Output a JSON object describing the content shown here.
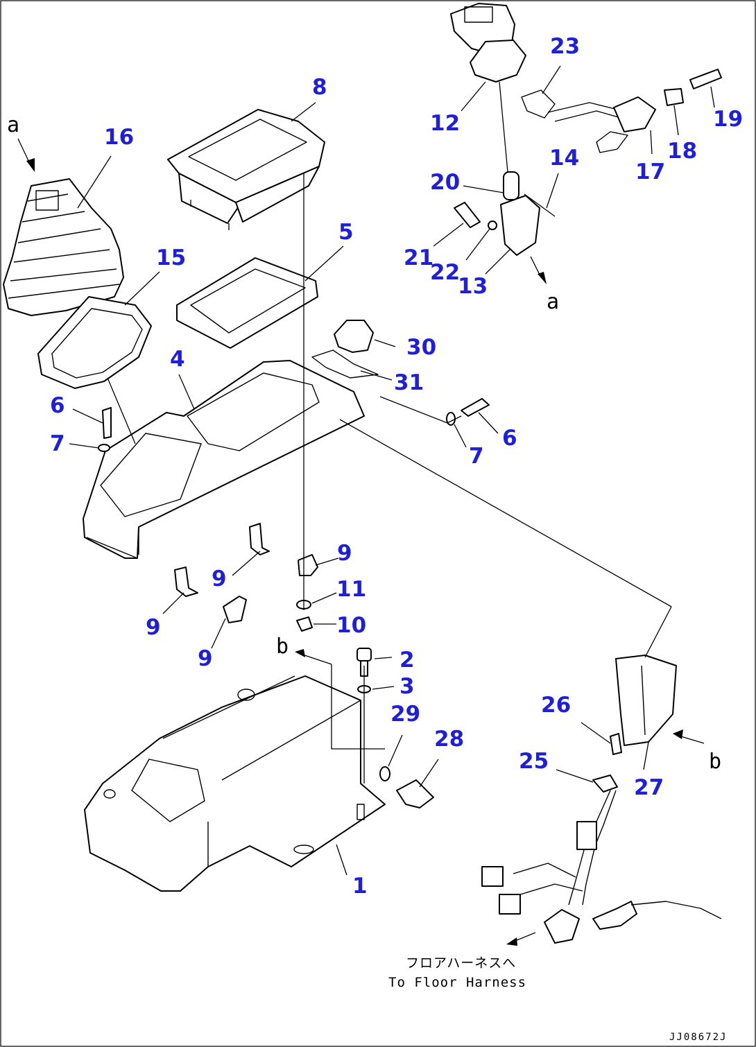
{
  "callouts": [
    {
      "id": "c1",
      "label": "1"
    },
    {
      "id": "c2",
      "label": "2"
    },
    {
      "id": "c3",
      "label": "3"
    },
    {
      "id": "c4",
      "label": "4"
    },
    {
      "id": "c5",
      "label": "5"
    },
    {
      "id": "c6a",
      "label": "6"
    },
    {
      "id": "c6b",
      "label": "6"
    },
    {
      "id": "c7a",
      "label": "7"
    },
    {
      "id": "c7b",
      "label": "7"
    },
    {
      "id": "c8",
      "label": "8"
    },
    {
      "id": "c9a",
      "label": "9"
    },
    {
      "id": "c9b",
      "label": "9"
    },
    {
      "id": "c9c",
      "label": "9"
    },
    {
      "id": "c9d",
      "label": "9"
    },
    {
      "id": "c10",
      "label": "10"
    },
    {
      "id": "c11",
      "label": "11"
    },
    {
      "id": "c12",
      "label": "12"
    },
    {
      "id": "c13",
      "label": "13"
    },
    {
      "id": "c14",
      "label": "14"
    },
    {
      "id": "c15",
      "label": "15"
    },
    {
      "id": "c16",
      "label": "16"
    },
    {
      "id": "c17",
      "label": "17"
    },
    {
      "id": "c18",
      "label": "18"
    },
    {
      "id": "c19",
      "label": "19"
    },
    {
      "id": "c20",
      "label": "20"
    },
    {
      "id": "c21",
      "label": "21"
    },
    {
      "id": "c22",
      "label": "22"
    },
    {
      "id": "c23",
      "label": "23"
    },
    {
      "id": "c25",
      "label": "25"
    },
    {
      "id": "c26",
      "label": "26"
    },
    {
      "id": "c27",
      "label": "27"
    },
    {
      "id": "c28",
      "label": "28"
    },
    {
      "id": "c29",
      "label": "29"
    },
    {
      "id": "c30",
      "label": "30"
    },
    {
      "id": "c31",
      "label": "31"
    }
  ],
  "reference_letters": {
    "a_top": "a",
    "a_bottom": "a",
    "b_left": "b",
    "b_right": "b"
  },
  "harness_note": {
    "japanese": "フロアハーネスへ",
    "english": "To Floor Harness"
  },
  "drawing_code": "JJ08672J",
  "colors": {
    "callout": "#1f1fd6",
    "line": "#000000",
    "background": "#ffffff"
  }
}
